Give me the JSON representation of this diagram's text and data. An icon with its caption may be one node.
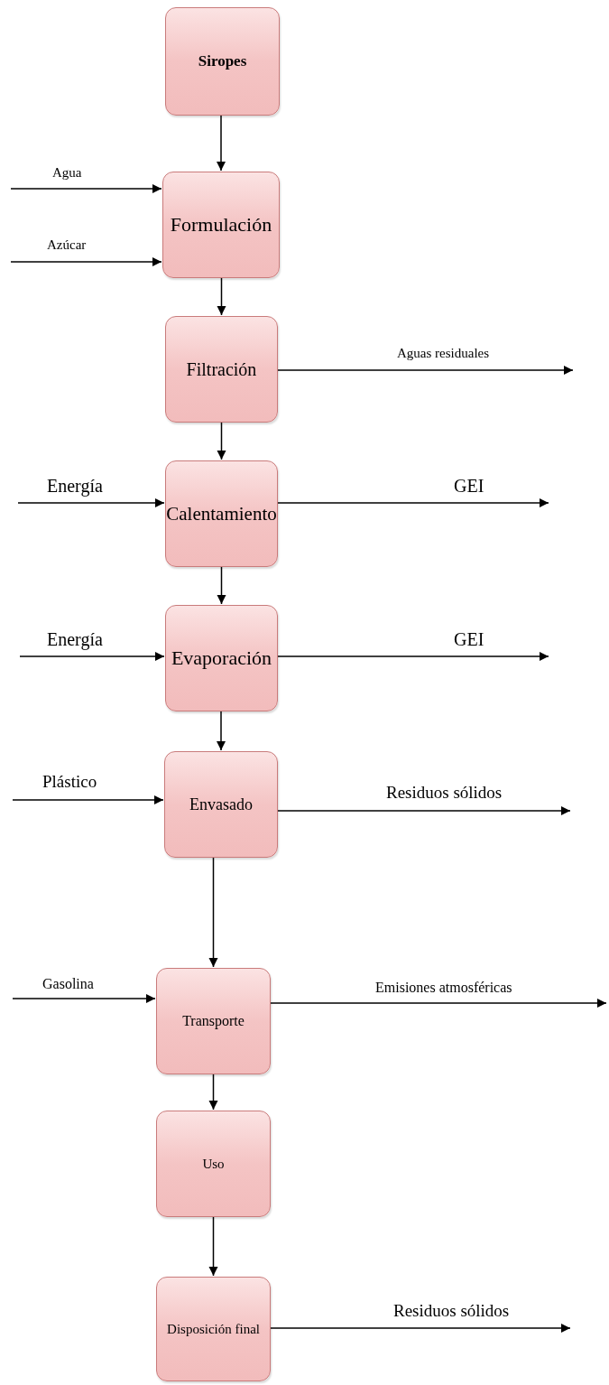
{
  "diagram": {
    "nodes": [
      {
        "text": [
          "Siropes"
        ]
      },
      {
        "text": [
          "Formulación"
        ]
      },
      {
        "text": [
          "Filtración"
        ]
      },
      {
        "text": [
          "Calentamiento"
        ]
      },
      {
        "text": [
          "Evaporación"
        ]
      },
      {
        "text": [
          "Envasado"
        ]
      },
      {
        "text": [
          "Transporte"
        ]
      },
      {
        "text": [
          "Uso"
        ]
      },
      {
        "text": [
          "Disposición final"
        ]
      }
    ],
    "edges": [
      {
        "from": 0,
        "to": 1,
        "arrow": "to"
      },
      {
        "from": 1,
        "to": 2,
        "arrow": "to"
      },
      {
        "from": 2,
        "to": 3,
        "arrow": "to"
      },
      {
        "from": 3,
        "to": 4,
        "arrow": "to"
      },
      {
        "from": 4,
        "to": 5,
        "arrow": "to"
      },
      {
        "from": 5,
        "to": 6,
        "arrow": "to"
      },
      {
        "from": 6,
        "to": 7,
        "arrow": "to"
      },
      {
        "from": 7,
        "to": 8,
        "arrow": "to"
      },
      {
        "from": null,
        "to": 1,
        "arrow": "to",
        "label": "Agua"
      },
      {
        "from": null,
        "to": 1,
        "arrow": "to",
        "label": "Azúcar"
      },
      {
        "from": 2,
        "to": null,
        "arrow": "to",
        "label": "Aguas residuales"
      },
      {
        "from": null,
        "to": 3,
        "arrow": "to",
        "label": "Energía"
      },
      {
        "from": 3,
        "to": null,
        "arrow": "to",
        "label": "GEI"
      },
      {
        "from": null,
        "to": 4,
        "arrow": "to",
        "label": "Energía"
      },
      {
        "from": 4,
        "to": null,
        "arrow": "to",
        "label": "GEI"
      },
      {
        "from": null,
        "to": 5,
        "arrow": "to",
        "label": "Plástico"
      },
      {
        "from": 5,
        "to": null,
        "arrow": "to",
        "label": "Residuos sólidos"
      },
      {
        "from": null,
        "to": 6,
        "arrow": "to",
        "label": "Gasolina"
      },
      {
        "from": 6,
        "to": null,
        "arrow": "to",
        "label": "Emisiones atmosféricas"
      },
      {
        "from": 8,
        "to": null,
        "arrow": "to",
        "label": "Residuos sólidos"
      }
    ]
  }
}
